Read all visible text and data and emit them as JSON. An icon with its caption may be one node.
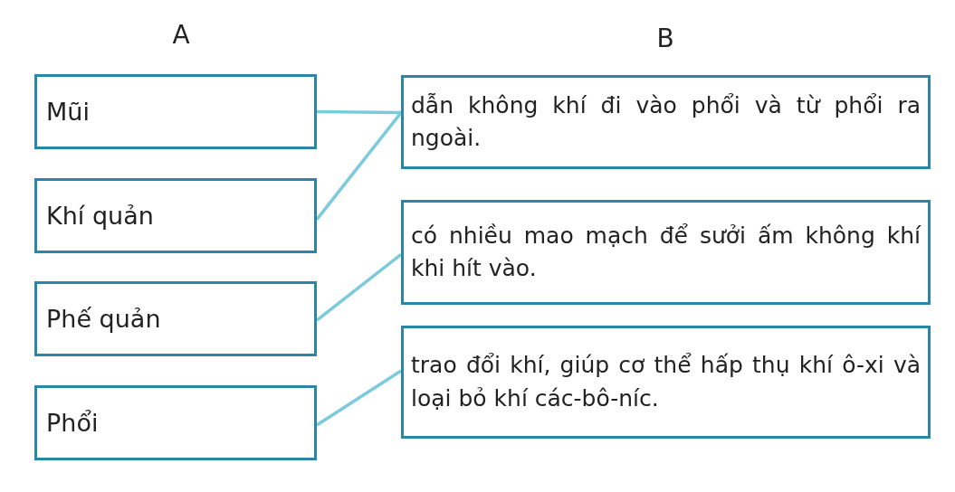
{
  "diagram": {
    "nodes": [
      {
        "text": [
          "Mũi"
        ]
      },
      {
        "text": [
          "Khí quản"
        ]
      },
      {
        "text": [
          "Phế quản"
        ]
      },
      {
        "text": [
          "Phổi"
        ]
      },
      {
        "text": [
          "dẫn không khí đi vào phổi và từ phổi ra ngoài."
        ]
      },
      {
        "text": [
          "có nhiều mao mạch để sưởi ấm không khí khi hít vào."
        ]
      },
      {
        "text": [
          "trao đổi khí, giúp cơ thể hấp thụ khí ô-xi và loại bỏ khí các-bô-níc."
        ]
      }
    ],
    "edges": [
      {
        "from": 0,
        "to": 4,
        "arrow": "none"
      },
      {
        "from": 1,
        "to": 4,
        "arrow": "none"
      },
      {
        "from": 2,
        "to": 5,
        "arrow": "none"
      },
      {
        "from": 3,
        "to": 6,
        "arrow": "none"
      }
    ],
    "labels": [
      "A",
      "B"
    ]
  }
}
